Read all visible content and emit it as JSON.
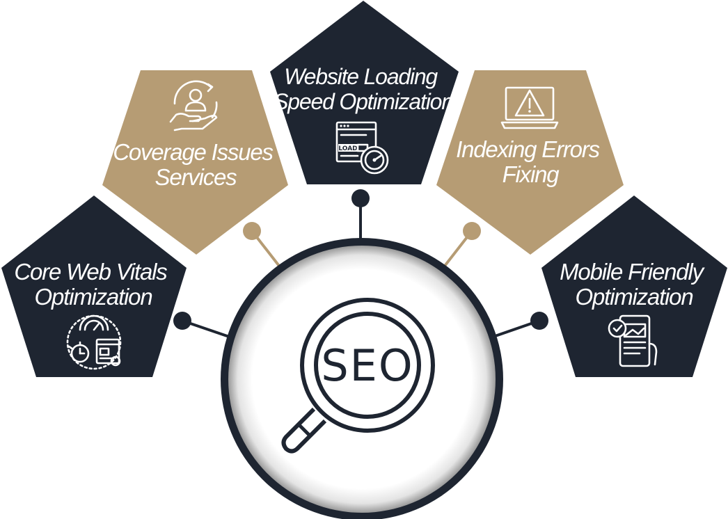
{
  "center": {
    "text": "SEO",
    "icon": "magnifying-glass-icon"
  },
  "colors": {
    "dark": "#1e2531",
    "gold": "#b69c74",
    "white": "#ffffff"
  },
  "services": [
    {
      "lines": [
        "Core Web Vitals",
        "Optimization"
      ],
      "color": "dark",
      "icon": "speed-gauge-stopwatch-icon"
    },
    {
      "lines": [
        "Coverage Issues",
        "Services"
      ],
      "color": "gold",
      "icon": "hand-user-cycle-icon"
    },
    {
      "lines": [
        "Website Loading",
        "Speed Optimization"
      ],
      "color": "dark",
      "icon": "browser-load-gauge-icon"
    },
    {
      "lines": [
        "Indexing Errors",
        "Fixing"
      ],
      "color": "gold",
      "icon": "laptop-warning-icon"
    },
    {
      "lines": [
        "Mobile Friendly",
        "Optimization"
      ],
      "color": "dark",
      "icon": "mobile-phone-check-icon"
    }
  ]
}
